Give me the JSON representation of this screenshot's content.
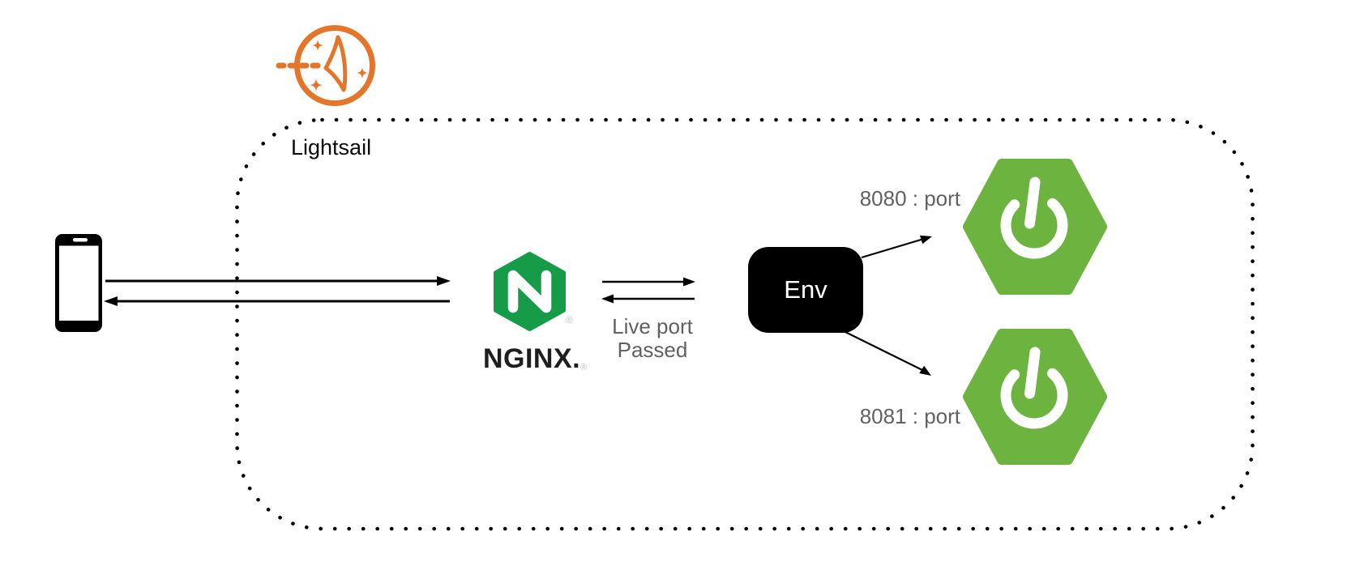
{
  "theme": {
    "nginx_green": "#169C48",
    "spring_green": "#6DB33F",
    "lightsail_orange": "#E4762B",
    "label_gray": "#616161",
    "ink_black": "#000000",
    "wordmark_black": "#1E1E1E",
    "registered_gray": "#C4C4C4"
  },
  "diagram": {
    "boundary": {
      "label": "Lightsail",
      "icon": "aws-lightsail-icon",
      "border_style": "dotted-rounded-rectangle"
    },
    "client": {
      "icon": "smartphone-icon"
    },
    "nginx": {
      "icon": "nginx-hexagon-icon",
      "wordmark": "NGINX.",
      "registered_mark": "®"
    },
    "env": {
      "label": "Env"
    },
    "flow_note": {
      "line1": "Live port",
      "line2": "Passed"
    },
    "services": [
      {
        "icon": "spring-boot-icon",
        "port_label": "8080 : port"
      },
      {
        "icon": "spring-boot-icon",
        "port_label": "8081 : port"
      }
    ],
    "connections": [
      {
        "from": "mobile-client",
        "to": "nginx",
        "type": "request-response-arrows"
      },
      {
        "from": "nginx",
        "to": "env",
        "type": "request-response-arrows"
      },
      {
        "from": "env",
        "to": "spring-service-8080",
        "type": "routes-to-arrow"
      },
      {
        "from": "env",
        "to": "spring-service-8081",
        "type": "routes-to-arrow"
      }
    ]
  }
}
